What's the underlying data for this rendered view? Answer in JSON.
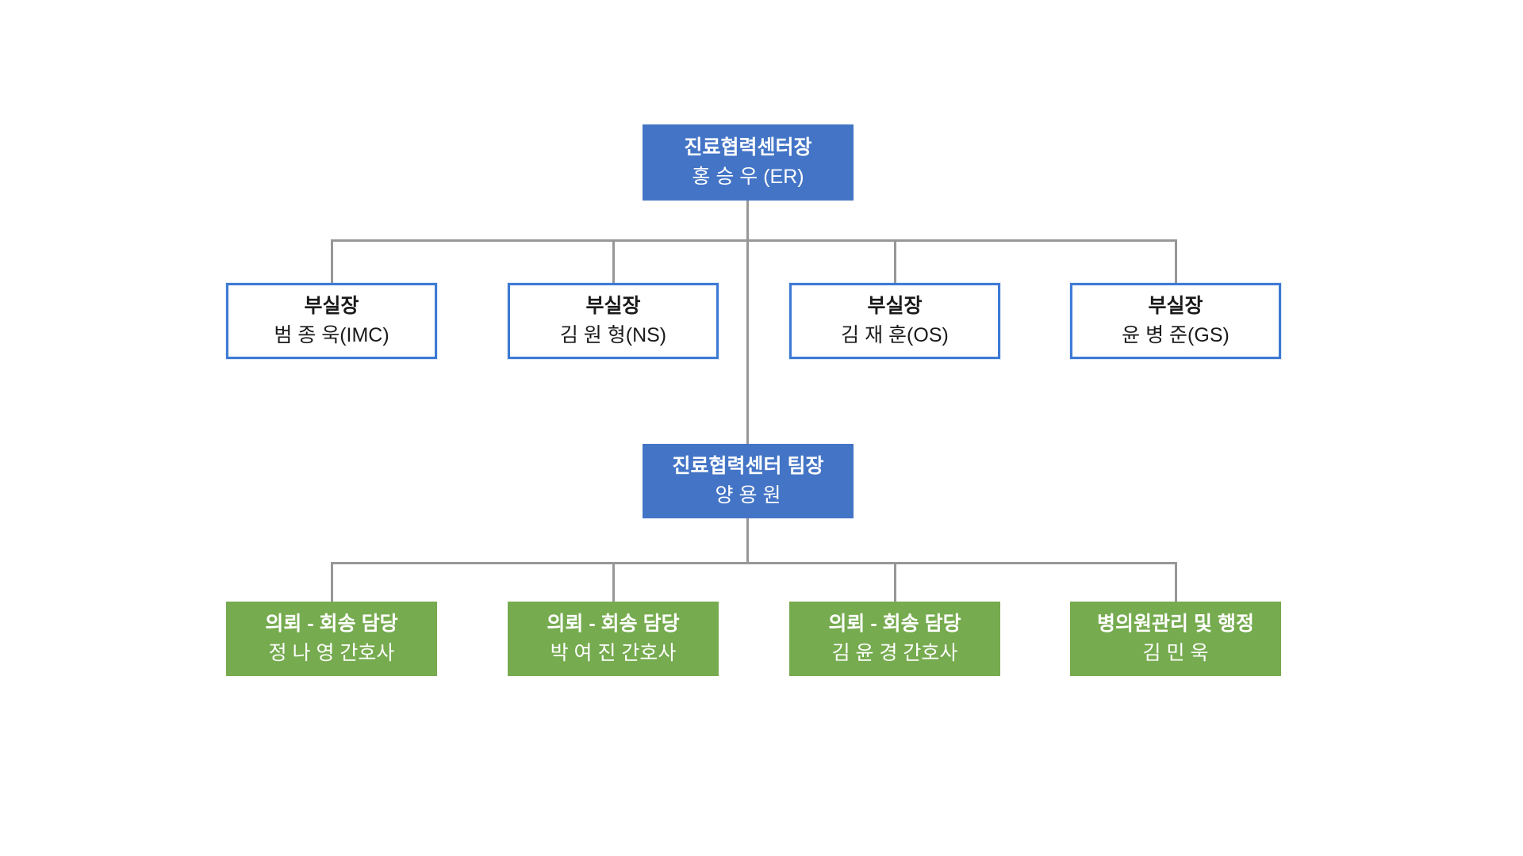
{
  "org_chart": {
    "type": "organizational-chart",
    "root": {
      "title": "진료협력센터장",
      "name": "홍 승 우 (ER)"
    },
    "deputies": [
      {
        "title": "부실장",
        "name": "범 종 욱(IMC)"
      },
      {
        "title": "부실장",
        "name": "김 원 형(NS)"
      },
      {
        "title": "부실장",
        "name": "김 재 훈(OS)"
      },
      {
        "title": "부실장",
        "name": "윤 병 준(GS)"
      }
    ],
    "team_leader": {
      "title": "진료협력센터 팀장",
      "name": "양 용 원"
    },
    "staff": [
      {
        "title": "의뢰 - 회송 담당",
        "name": "정 나 영 간호사"
      },
      {
        "title": "의뢰 - 회송 담당",
        "name": "박 여 진 간호사"
      },
      {
        "title": "의뢰 - 회송 담당",
        "name": "김 윤 경 간호사"
      },
      {
        "title": "병의원관리 및 행정",
        "name": "김 민 욱"
      }
    ],
    "colors": {
      "executive_fill": "#4374c6",
      "deputy_border": "#3d7ad4",
      "staff_fill": "#76ab4f",
      "connector_gray": "#979797",
      "background": "#ffffff"
    }
  }
}
